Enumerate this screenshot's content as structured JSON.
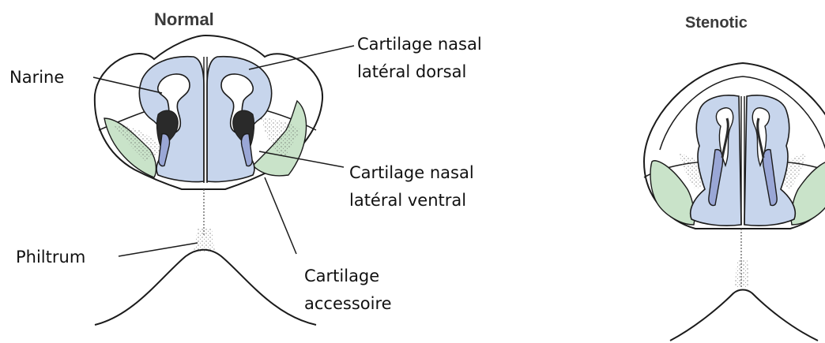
{
  "titles": {
    "normal": "Normal",
    "stenotic": "Stenotic"
  },
  "labels": {
    "narine": "Narine",
    "cartilage_dorsal_line1": "Cartilage nasal",
    "cartilage_dorsal_line2": "latéral dorsal",
    "cartilage_ventral_line1": "Cartilage nasal",
    "cartilage_ventral_line2": "latéral ventral",
    "philtrum": "Philtrum",
    "accessoire_line1": "Cartilage",
    "accessoire_line2": "accessoire"
  },
  "colors": {
    "dorsal_cartilage": "#c7d5ec",
    "ventral_cartilage": "#9aa7d6",
    "accessory_cartilage": "#c9e3c9",
    "outline": "#1b1b1b"
  }
}
